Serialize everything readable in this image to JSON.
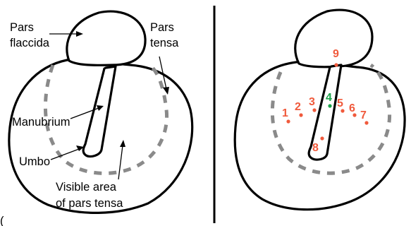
{
  "colors": {
    "outline": "#000000",
    "dashed_boundary": "#8a8a8a",
    "point_marker": "#f05a3c",
    "highlight_marker": "#1aa34a",
    "background": "#ffffff"
  },
  "left_panel": {
    "labels": {
      "pars_flaccida_line1": "Pars",
      "pars_flaccida_line2": "flaccida",
      "pars_tensa_line1": "Pars",
      "pars_tensa_line2": "tensa",
      "manubrium": "Manubrium",
      "umbo": "Umbo",
      "visible_area_line1": "Visible area",
      "visible_area_line2": "of pars tensa"
    },
    "corner_mark": "("
  },
  "right_panel": {
    "points": [
      {
        "label": "1",
        "color": "#f05a3c"
      },
      {
        "label": "2",
        "color": "#f05a3c"
      },
      {
        "label": "3",
        "color": "#f05a3c"
      },
      {
        "label": "4",
        "color": "#1aa34a"
      },
      {
        "label": "5",
        "color": "#f05a3c"
      },
      {
        "label": "6",
        "color": "#f05a3c"
      },
      {
        "label": "7",
        "color": "#f05a3c"
      },
      {
        "label": "8",
        "color": "#f05a3c"
      },
      {
        "label": "9",
        "color": "#f05a3c"
      }
    ]
  }
}
